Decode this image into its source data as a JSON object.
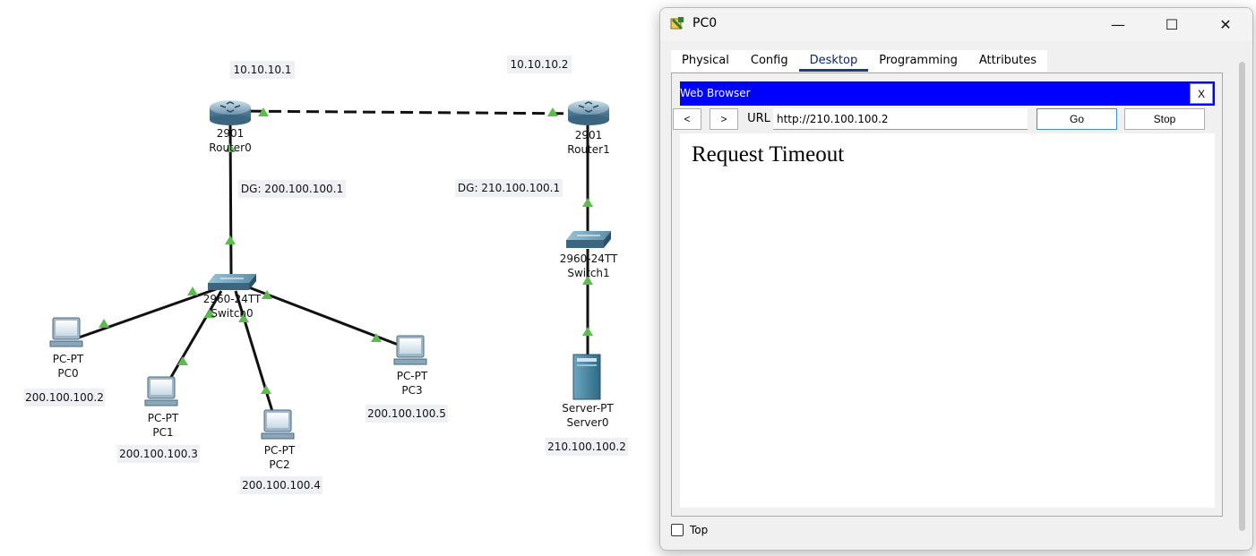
{
  "topology": {
    "devices": [
      {
        "id": "router0",
        "model": "2901",
        "name": "Router0"
      },
      {
        "id": "router1",
        "model": "2901",
        "name": "Router1"
      },
      {
        "id": "switch0",
        "model": "2960-24TT",
        "name": "Switch0"
      },
      {
        "id": "switch1",
        "model": "2960-24TT",
        "name": "Switch1"
      },
      {
        "id": "pc0",
        "model": "PC-PT",
        "name": "PC0"
      },
      {
        "id": "pc1",
        "model": "PC-PT",
        "name": "PC1"
      },
      {
        "id": "pc2",
        "model": "PC-PT",
        "name": "PC2"
      },
      {
        "id": "pc3",
        "model": "PC-PT",
        "name": "PC3"
      },
      {
        "id": "server0",
        "model": "Server-PT",
        "name": "Server0"
      }
    ],
    "ip_labels": {
      "router0_wan": "10.10.10.1",
      "router1_wan": "10.10.10.2",
      "router0_dg": "DG: 200.100.100.1",
      "router1_dg": "DG: 210.100.100.1",
      "pc0_ip": "200.100.100.2",
      "pc1_ip": "200.100.100.3",
      "pc2_ip": "200.100.100.4",
      "pc3_ip": "200.100.100.5",
      "server0_ip": "210.100.100.2"
    },
    "link_color": "#111111",
    "port_color": "#5dbb4f"
  },
  "window": {
    "title": "PC0",
    "controls": {
      "minimize": "—",
      "maximize": "☐",
      "close": "✕"
    },
    "tabs": [
      "Physical",
      "Config",
      "Desktop",
      "Programming",
      "Attributes"
    ],
    "active_tab": "Desktop",
    "top_checkbox_label": "Top"
  },
  "browser": {
    "title": "Web Browser",
    "close_label": "X",
    "back_label": "<",
    "forward_label": ">",
    "url_label": "URL",
    "url_value": "http://210.100.100.2",
    "go_label": "Go",
    "stop_label": "Stop",
    "page_text": "Request Timeout",
    "title_bar_color": "#0000ff"
  }
}
